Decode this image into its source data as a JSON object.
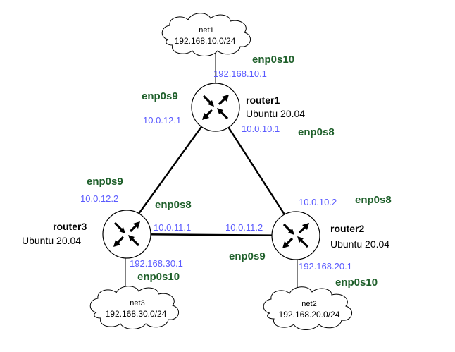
{
  "routers": [
    {
      "id": "router1",
      "name": "router1",
      "os": "Ubuntu 20.04"
    },
    {
      "id": "router2",
      "name": "router2",
      "os": "Ubuntu 20.04"
    },
    {
      "id": "router3",
      "name": "router3",
      "os": "Ubuntu 20.04"
    }
  ],
  "networks": [
    {
      "id": "net1",
      "name": "net1",
      "subnet": "192.168.10.0/24"
    },
    {
      "id": "net2",
      "name": "net2",
      "subnet": "192.168.20.0/24"
    },
    {
      "id": "net3",
      "name": "net3",
      "subnet": "192.168.30.0/24"
    }
  ],
  "ip_labels": {
    "r1_net1": "192.168.10.1",
    "r1_r3": "10.0.12.1",
    "r1_r2": "10.0.10.1",
    "r3_r1": "10.0.12.2",
    "r3_r2": "10.0.11.1",
    "r2_r1": "10.0.10.2",
    "r2_r3": "10.0.11.2",
    "r3_net3": "192.168.30.1",
    "r2_net2": "192.168.20.1"
  },
  "iface_labels": {
    "r1_net1": "enp0s10",
    "r1_r3": "enp0s9",
    "r1_r2": "enp0s8",
    "r3_r1": "enp0s9",
    "r3_r2": "enp0s8",
    "r2_r1": "enp0s8",
    "r2_r3": "enp0s9",
    "r3_net3": "enp0s10",
    "r2_net2": "enp0s10"
  },
  "colors": {
    "ip": "#5a5aff",
    "iface": "#1e5f2a",
    "link": "#000000"
  },
  "icons": {
    "router": "router-arrows-icon",
    "network": "cloud-icon"
  }
}
